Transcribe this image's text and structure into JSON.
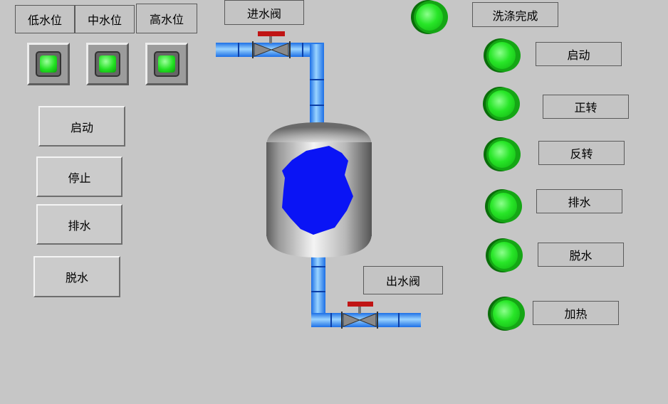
{
  "level_labels": {
    "low": "低水位",
    "mid": "中水位",
    "high": "高水位"
  },
  "valves": {
    "inlet": "进水阀",
    "outlet": "出水阀"
  },
  "buttons": {
    "start": "启动",
    "stop": "停止",
    "drain": "排水",
    "dewater": "脱水"
  },
  "status": {
    "wash_complete": "洗涤完成",
    "start": "启动",
    "forward": "正转",
    "reverse": "反转",
    "drain": "排水",
    "dewater": "脱水",
    "heat": "加热"
  },
  "colors": {
    "background": "#c6c6c6",
    "indicator_on": "#22e122",
    "pipe": "#2f8df0",
    "water": "#0a14f5"
  },
  "icons": {
    "indicator": "green-lamp-icon",
    "valve": "gate-valve-icon",
    "tank": "water-tank-icon"
  }
}
